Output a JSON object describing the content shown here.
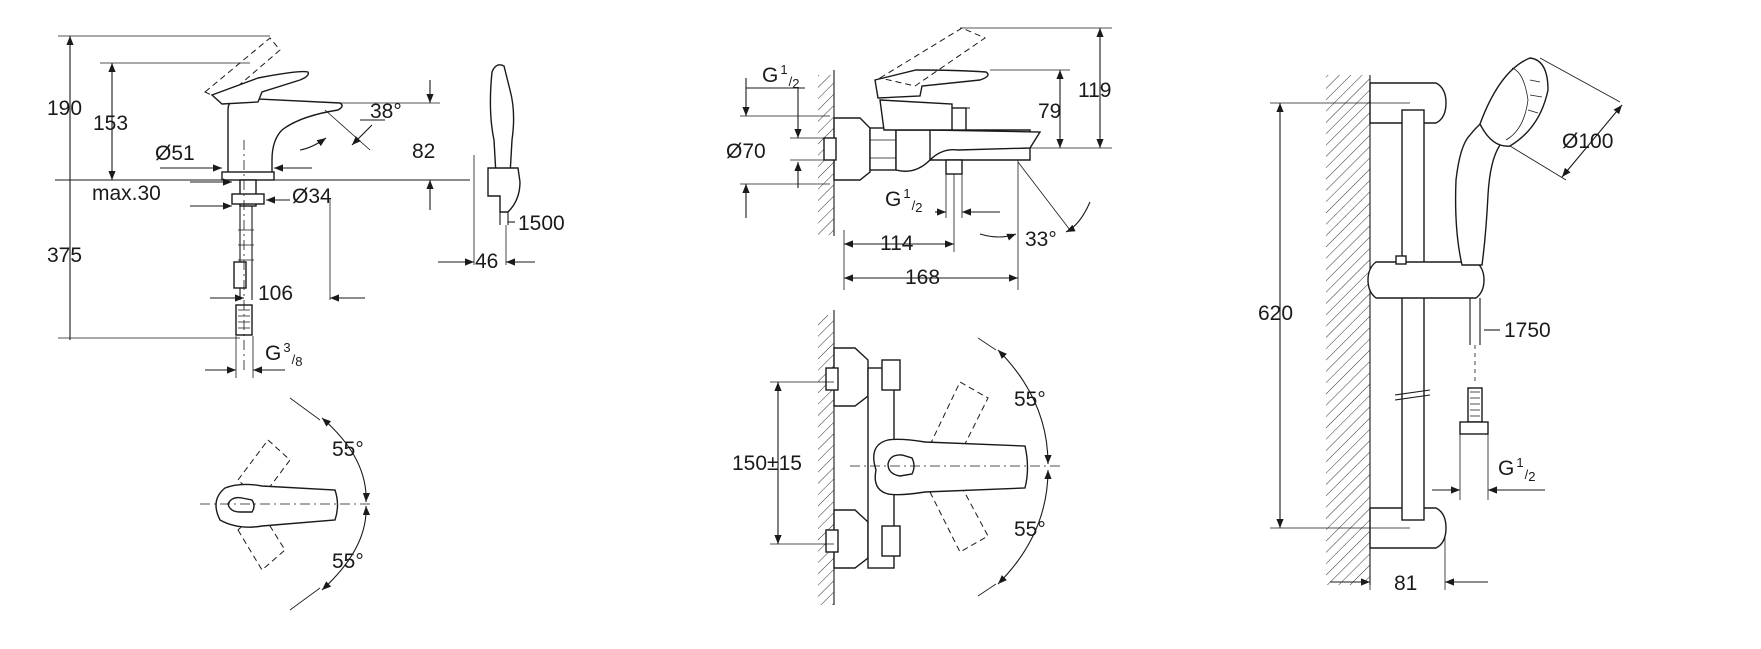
{
  "basin_mixer": {
    "height_total": "190",
    "height_spout": "153",
    "lever_angle": "38°",
    "spout_height_right": "82",
    "base_diameter": "Ø51",
    "deck_thickness": "max.30",
    "hole_diameter": "Ø34",
    "below_deck_length": "375",
    "reach": "106",
    "connection": "G",
    "connection_num": "3",
    "connection_den": "8"
  },
  "bidet_spray": {
    "hose_length": "1500",
    "holder_width": "46"
  },
  "basin_top_view": {
    "angle_up": "55°",
    "angle_down": "55°"
  },
  "bath_mixer": {
    "inlet": "G",
    "inlet_num": "1",
    "inlet_den": "2",
    "escutcheon_diameter": "Ø70",
    "height_119": "119",
    "height_79": "79",
    "outlet": "G",
    "outlet_num": "1",
    "outlet_den": "2",
    "depth_114": "114",
    "depth_168": "168",
    "spout_angle": "33°"
  },
  "bath_front_view": {
    "centres": "150±15",
    "angle_up": "55°",
    "angle_down": "55°"
  },
  "shower_set": {
    "rail_height": "620",
    "head_diameter": "Ø100",
    "hose_length": "1750",
    "connection": "G",
    "connection_num": "1",
    "connection_den": "2",
    "wall_distance": "81"
  }
}
